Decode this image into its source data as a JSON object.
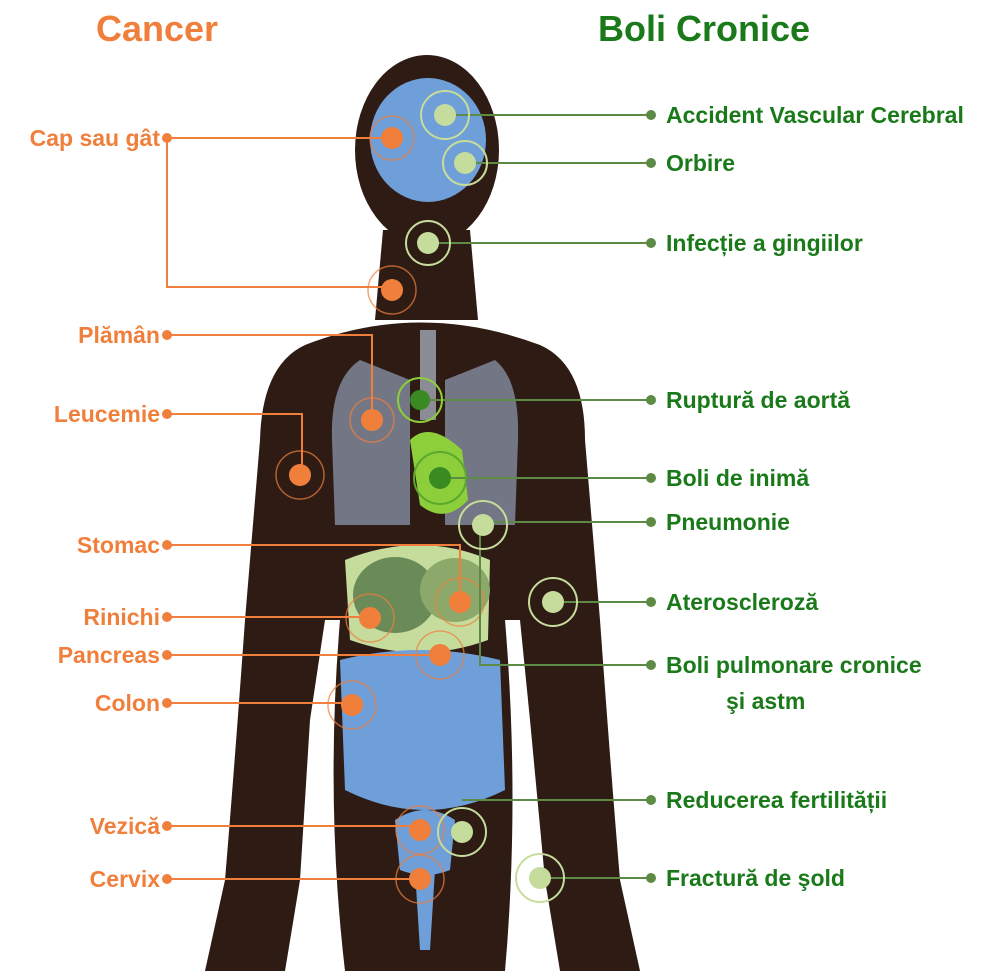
{
  "colors": {
    "cancer": "#f07f3c",
    "chronic": "#1a7a1a",
    "silhouette": "#2e1b14",
    "organ_blue": "#6f9fd8",
    "organ_green": "#c6dc9c",
    "lung_gray": "#737785"
  },
  "headers": {
    "cancer": "Cancer",
    "chronic": "Boli Cronice"
  },
  "cancer_labels": [
    "Cap sau gât",
    "Plămân",
    "Leucemie",
    "Stomac",
    "Rinichi",
    "Pancreas",
    "Colon",
    "Vezică",
    "Cervix"
  ],
  "chronic_labels": [
    "Accident Vascular Cerebral",
    "Orbire",
    "Infecție a gingiilor",
    "Ruptură de aortă",
    "Boli de inimă",
    "Pneumonie",
    "Ateroscleroză",
    "Boli pulmonare cronice",
    "şi astm",
    "Reducerea fertilității",
    "Fractură de şold"
  ]
}
